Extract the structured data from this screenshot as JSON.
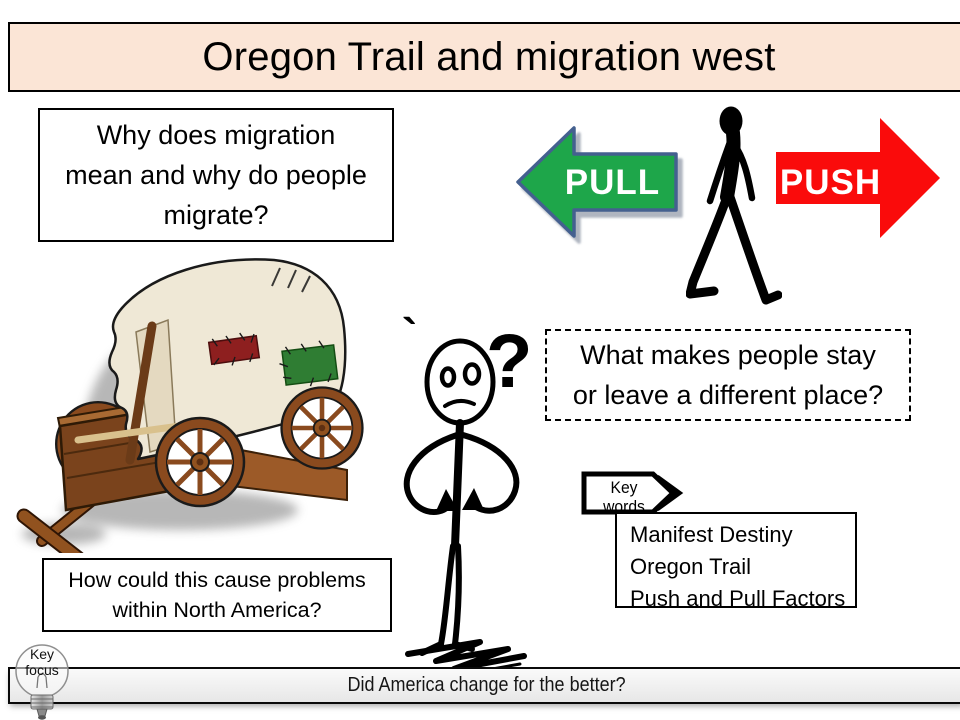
{
  "slide": {
    "title": "Oregon Trail and migration west",
    "title_bar_color": "#FBE5D6",
    "background_color": "#FFFFFF"
  },
  "boxes": {
    "migration_question": {
      "lines": [
        "Why does migration",
        "mean and why do people",
        "migrate?"
      ]
    },
    "stay_leave_question": {
      "lines": [
        "What makes people stay",
        "or leave a different place?"
      ]
    },
    "problems_question": {
      "lines": [
        "How could this cause problems",
        "within North America?"
      ]
    }
  },
  "arrows": {
    "pull": {
      "label": "PULL",
      "fill": "#1EA64A",
      "border": "#44608F"
    },
    "push": {
      "label": "PUSH",
      "fill": "#FA0B0B"
    }
  },
  "key_words": {
    "banner_label": "Key words",
    "items": [
      "Manifest Destiny",
      "Oregon Trail",
      "Push and Pull Factors"
    ]
  },
  "stick_figure": {
    "question_mark": "?",
    "accent_mark": "`"
  },
  "footer": {
    "badge": {
      "lines": [
        "Key",
        "focus"
      ]
    },
    "question": "Did America change for the better?",
    "bar_color": "#EFEFEF"
  }
}
